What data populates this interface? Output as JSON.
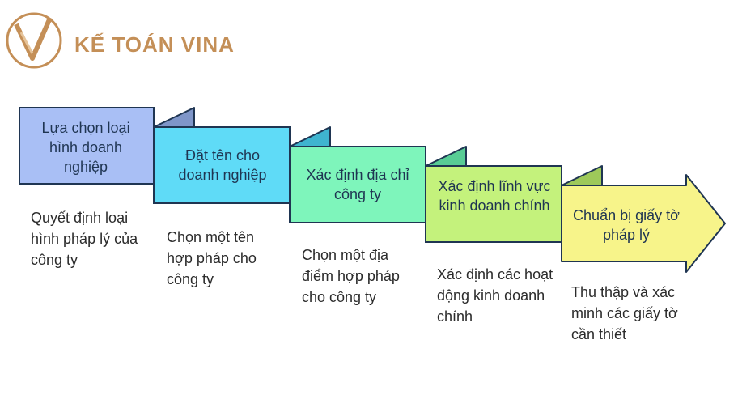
{
  "brand": {
    "name": "KẾ TOÁN VINA",
    "color": "#c48f57"
  },
  "steps": [
    {
      "title": "Lựa chọn loại hình doanh nghiệp",
      "desc": "Quyết định loại hình pháp lý của công ty",
      "color": "#a9bff5"
    },
    {
      "title": "Đặt tên cho doanh nghiệp",
      "desc": "Chọn một tên hợp pháp cho công ty",
      "color": "#5fdbf7"
    },
    {
      "title": "Xác định địa chỉ công ty",
      "desc": "Chọn một địa điểm hợp pháp cho công ty",
      "color": "#7ef5bb"
    },
    {
      "title": "Xác định lĩnh vực kinh doanh chính",
      "desc": "Xác định các hoạt động kinh doanh chính",
      "color": "#c4f27c"
    },
    {
      "title": "Chuẩn bị giấy tờ pháp lý",
      "desc": "Thu thập và xác minh các giấy tờ cần thiết",
      "color": "#f7f48a"
    }
  ]
}
